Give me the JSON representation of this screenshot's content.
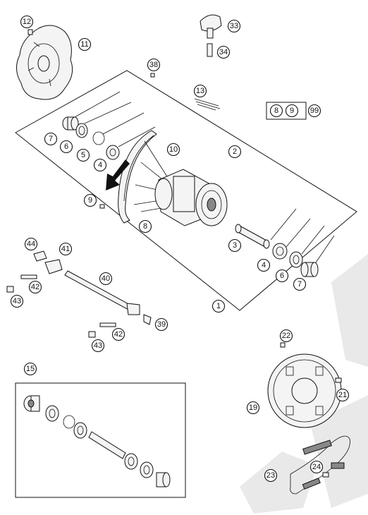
{
  "callouts": {
    "c1": "1",
    "c2": "2",
    "c3": "3",
    "c4a": "4",
    "c4b": "4",
    "c5": "5",
    "c6a": "6",
    "c6b": "6",
    "c7a": "7",
    "c7b": "7",
    "c8": "8",
    "c9a": "9",
    "c9b": "9",
    "c8b": "8",
    "c99": "99",
    "c10": "10",
    "c11": "11",
    "c12": "12",
    "c13": "13",
    "c15": "15",
    "c19": "19",
    "c21": "21",
    "c22": "22",
    "c23": "23",
    "c24": "24",
    "c33": "33",
    "c34": "34",
    "c38": "38",
    "c39": "39",
    "c40": "40",
    "c41": "41",
    "c42a": "42",
    "c42b": "42",
    "c43a": "43",
    "c43b": "43",
    "c44": "44"
  },
  "colors": {
    "line": "#111111",
    "part_fill": "#f4f4f4",
    "watermark": "#e9e9e9"
  },
  "icons": {
    "rotation_arrow": "direction-arrow-icon"
  }
}
